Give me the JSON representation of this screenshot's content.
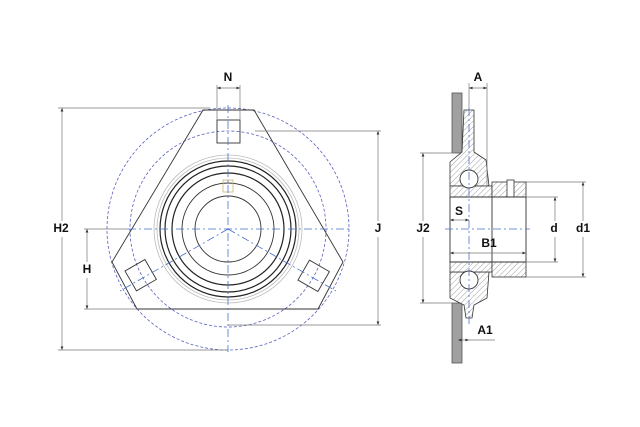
{
  "front_view": {
    "labels": {
      "N": "N",
      "H2": "H2",
      "H": "H",
      "J": "J"
    }
  },
  "side_view": {
    "labels": {
      "A": "A",
      "J2": "J2",
      "S": "S",
      "B1": "B1",
      "d": "d",
      "d1": "d1",
      "A1": "A1"
    }
  },
  "colors": {
    "centerline": "#4a6fd0",
    "outline": "#333333",
    "plate": "#a0a0a0"
  }
}
